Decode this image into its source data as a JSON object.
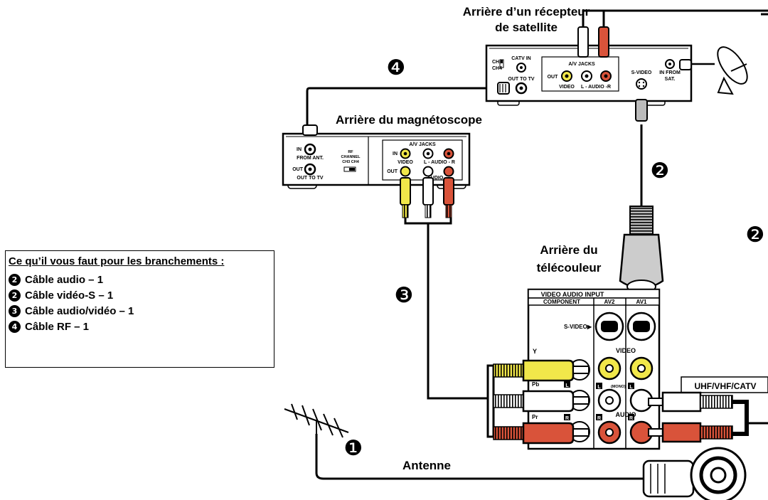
{
  "labels": {
    "satellite": [
      "Arrière d’un récepteur",
      "de satellite"
    ],
    "vcr": "Arrière du magnétoscope",
    "tv": [
      "Arrière du",
      "télécouleur"
    ],
    "antenna": "Antenne"
  },
  "satellite_panel": {
    "ch3": "CH3",
    "ch4": "CH4",
    "catv_in": "CATV IN",
    "out_to_tv": "OUT TO TV",
    "av_jacks": "A/V JACKS",
    "out": "OUT",
    "video": "VIDEO",
    "audio": "L - AUDIO -R",
    "svideo": "S-VIDEO",
    "in_from_sat": [
      "IN FROM",
      "SAT."
    ]
  },
  "vcr_panel": {
    "in": "IN",
    "from_ant": "FROM ANT.",
    "out": "OUT",
    "out_to_tv": "OUT TO TV",
    "rf_channel": [
      "RF",
      "CHANNEL",
      "CH3  CH4"
    ],
    "av_jacks": "A/V JACKS",
    "in2": "IN",
    "out2": "OUT",
    "video": "VIDEO",
    "audio_lr": "L - AUDIO - R",
    "audio": "AUDIO"
  },
  "tv_panel": {
    "header": "VIDEO AUDIO INPUT",
    "component": "COMPONENT",
    "av2": "AV2",
    "av1": "AV1",
    "svideo": "S-VIDEO▶",
    "video": "VIDEO",
    "y": "Y",
    "pb": "Pb",
    "pr": "Pr",
    "l": "L",
    "r": "R",
    "mono": "(MONO)",
    "audio": "AUDIO",
    "uhf": "UHF/VHF/CATV"
  },
  "step_badges": {
    "four": "❹",
    "two_a": "❷",
    "two_b": "❷",
    "three": "❸",
    "one": "❶"
  },
  "legend": {
    "title": "Ce qu’il vous faut pour les branchements :",
    "items": [
      {
        "num": "❷",
        "text": "Câble audio – 1"
      },
      {
        "num": "❷",
        "text": "Câble vidéo-S  – 1"
      },
      {
        "num": "❸",
        "text": "Câble audio/vidéo  – 1"
      },
      {
        "num": "❹",
        "text": "Câble RF – 1"
      }
    ]
  }
}
